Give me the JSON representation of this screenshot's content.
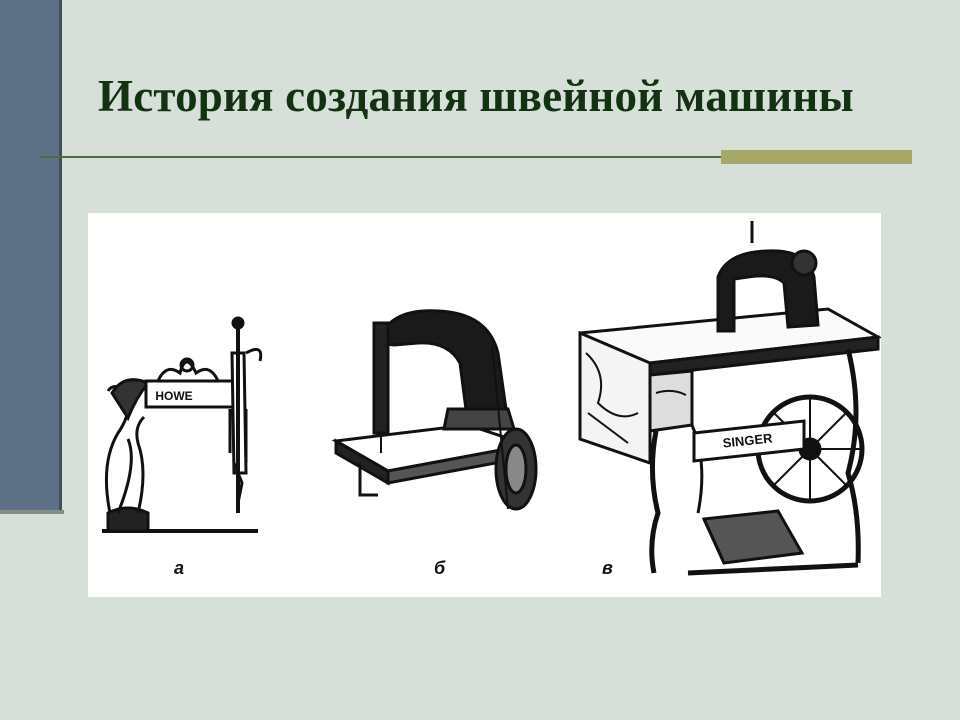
{
  "slide": {
    "title": "История создания швейной машины"
  },
  "figure": {
    "captions": [
      "а",
      "б",
      "в"
    ],
    "machine_a_logo": "HOWE",
    "machine_c_logo": "SINGER"
  },
  "colors": {
    "background": "#d6e0d8",
    "sidebar": "#5c7086",
    "title": "#123212",
    "rule": "#4e6c44",
    "accent": "#a6a86a"
  }
}
